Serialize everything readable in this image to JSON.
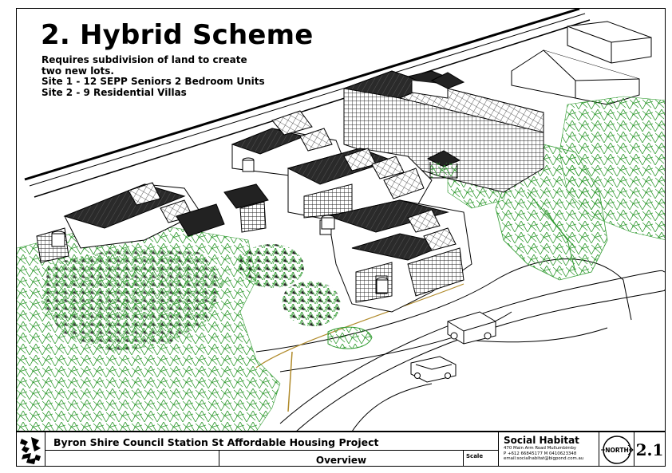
{
  "sheet": {
    "title": "2. Hybrid Scheme",
    "notes": [
      "Requires subdivision of land to create",
      "two new lots.",
      "Site 1 - 12 SEPP Seniors 2 Bedroom Units",
      "Site 2 - 9 Residential Villas"
    ]
  },
  "title_block": {
    "project": "Byron Shire Council Station St Affordable Housing Project",
    "sheet_name": "Overview",
    "scale_label": "Scale",
    "firm_name": "Social Habitat",
    "firm_address": "470 Main Arm Road Mullumbimby",
    "firm_phone": "P +612 66845177 M 0410623348",
    "firm_email": "email:socialhabitat@bigpond.com.au",
    "north_label": "NORTH",
    "sheet_number": "2.1"
  },
  "colors": {
    "ink": "#000000",
    "roof": "#222222",
    "vegetation": "#2f9a2f",
    "paper": "#ffffff"
  }
}
